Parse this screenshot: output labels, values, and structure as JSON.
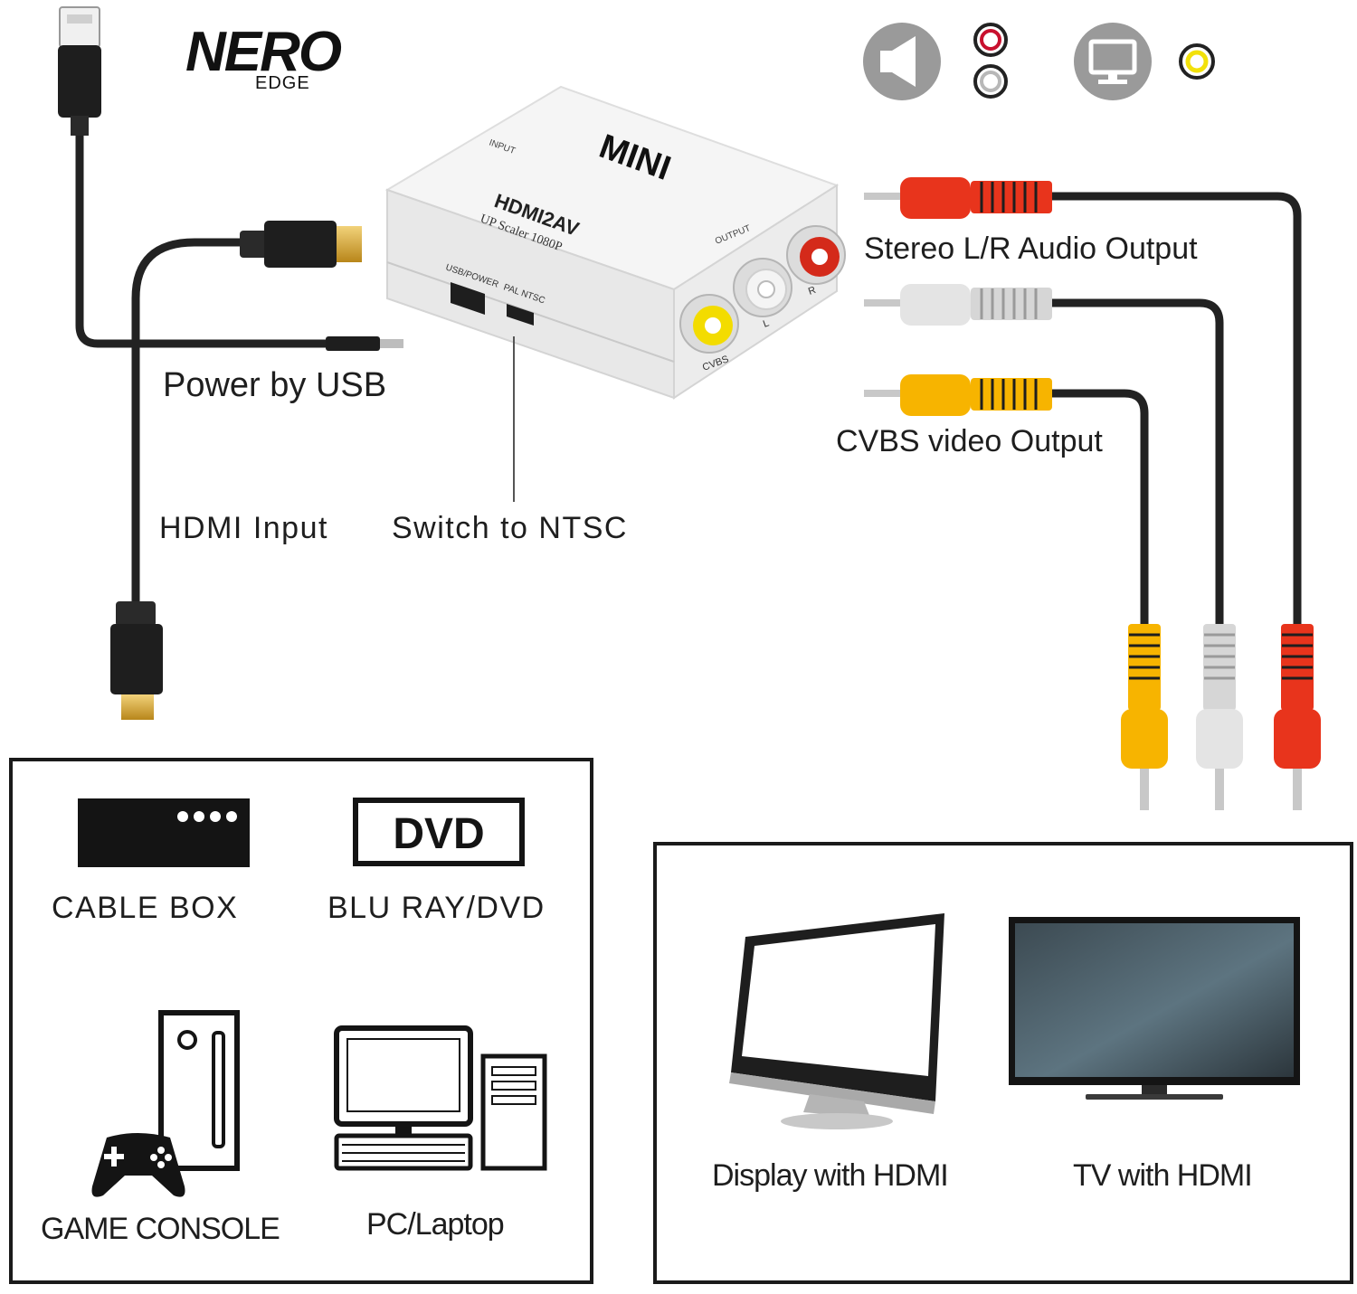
{
  "brand": {
    "logo_text": "NERO",
    "logo_sub": "EDGE"
  },
  "device": {
    "model_top": "MINI",
    "model_name": "HDMI2AV",
    "model_sub": "UP Scaler 1080P",
    "input_label": "INPUT",
    "output_label": "OUTPUT",
    "port_label": "USB/POWER",
    "switch_label": "PAL NTSC",
    "jack_r": "R",
    "jack_l": "L",
    "jack_cvbs": "CVBS"
  },
  "labels": {
    "power": "Power by USB",
    "hdmi_input": "HDMI Input",
    "switch": "Switch to NTSC",
    "audio_out": "Stereo L/R Audio Output",
    "video_out": "CVBS video Output"
  },
  "sources": {
    "cable_box": "CABLE BOX",
    "dvd_badge": "DVD",
    "blu_ray": "BLU RAY/DVD",
    "game_console": "GAME CONSOLE",
    "pc": "PC/Laptop"
  },
  "displays": {
    "display": "Display with HDMI",
    "tv": "TV with HDMI"
  },
  "icons": {
    "speaker": "speaker-icon",
    "monitor": "monitor-icon",
    "red_white_jacks": "rca-jacks-icon",
    "yellow_jack": "rca-yellow-icon"
  },
  "colors": {
    "rca_red": "#e8341c",
    "rca_white": "#dcdcdc",
    "rca_yellow": "#f7b400",
    "cable": "#222222",
    "hdmi_gold": "#d9a520"
  }
}
